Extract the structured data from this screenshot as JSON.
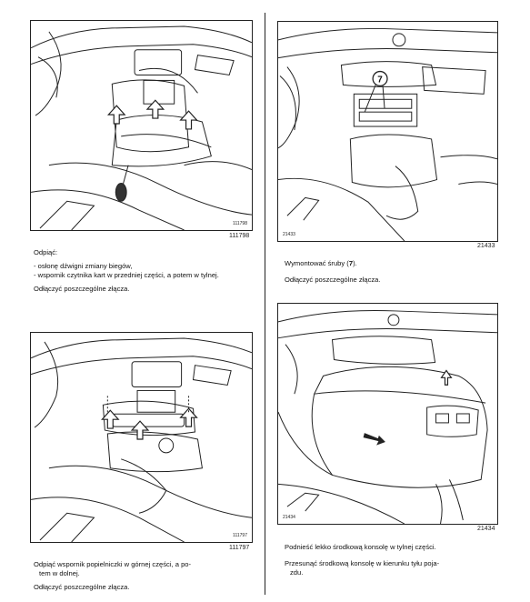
{
  "left": {
    "fig1": {
      "inner_number": "111798",
      "number": "111798"
    },
    "text1": {
      "heading": "Odpiąć:",
      "bullets": [
        "- osłonę dźwigni zmiany biegów,",
        "- wspornik czytnika kart w przedniej części, a potem w tylnej."
      ],
      "footer": "Odłączyć poszczególne złącza."
    },
    "fig2": {
      "inner_number": "111797",
      "number": "111797"
    },
    "text2": {
      "line1": "Odpiąć wspornik popielniczki w górnej części, a po-",
      "line2": "tem w dolnej.",
      "footer": "Odłączyć poszczególne złącza."
    }
  },
  "right": {
    "fig3": {
      "inner_number": "21433",
      "number": "21433",
      "callout": "7"
    },
    "text3": {
      "line_prefix": "Wymontować śruby (",
      "line_bold": "7",
      "line_suffix": ").",
      "footer": "Odłączyć poszczególne złącza."
    },
    "fig4": {
      "inner_number": "21434",
      "number": "21434"
    },
    "text4": {
      "line1": "Podnieść lekko środkową konsolę w tylnej części.",
      "line2": "Przesunąć środkową konsolę w kierunku tyłu poja-",
      "line3": "zdu."
    }
  }
}
